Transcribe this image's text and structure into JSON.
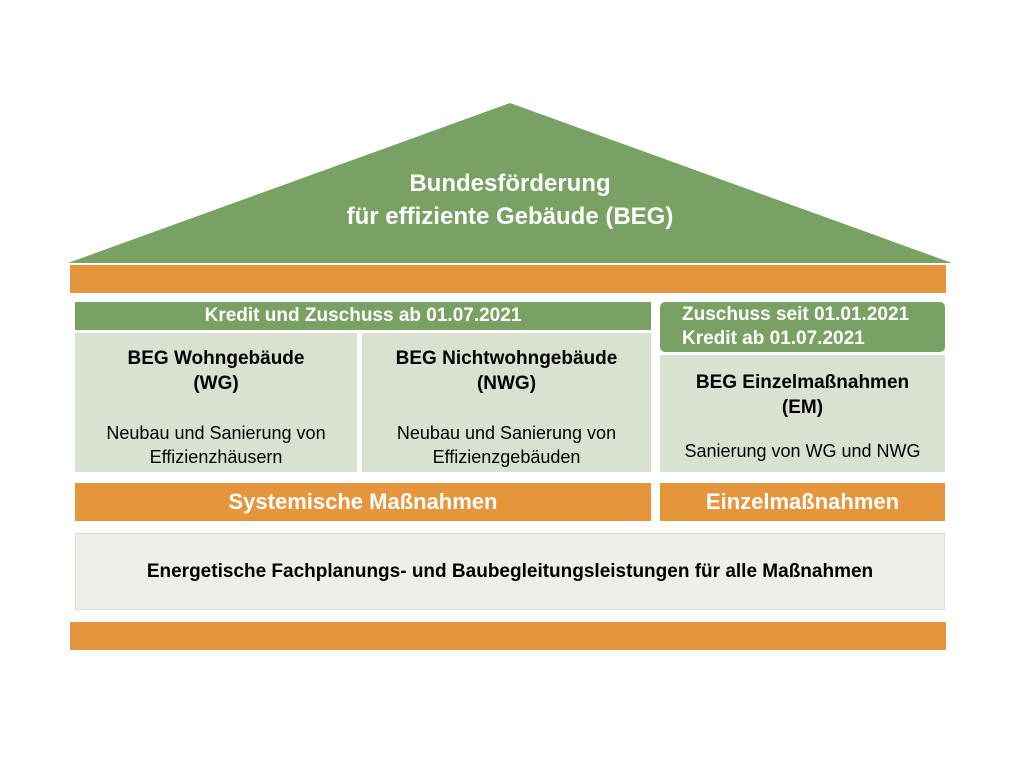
{
  "colors": {
    "green": "#79A163",
    "orange": "#E5953B",
    "light_green_box": "#D9E2D1",
    "wide_box_bg": "#EDEFE9",
    "text_on_color": "#FFFFFF",
    "text_dark": "#000000"
  },
  "roof": {
    "title_line1": "Bundesförderung",
    "title_line2": "für effiziente Gebäude (BEG)"
  },
  "left_section": {
    "header": "Kredit und Zuschuss ab 01.07.2021",
    "boxes": [
      {
        "title_line1": "BEG Wohngebäude",
        "title_line2": "(WG)",
        "body_line1": "Neubau und Sanierung von",
        "body_line2": "Effizienzhäusern"
      },
      {
        "title_line1": "BEG Nichtwohngebäude",
        "title_line2": "(NWG)",
        "body_line1": "Neubau und Sanierung von",
        "body_line2": "Effizienzgebäuden"
      }
    ],
    "footer": "Systemische Maßnahmen"
  },
  "right_section": {
    "header_line1": "Zuschuss seit 01.01.2021",
    "header_line2": "Kredit ab 01.07.2021",
    "box": {
      "title_line1": "BEG Einzelmaßnahmen",
      "title_line2": "(EM)",
      "body": "Sanierung von WG und NWG"
    },
    "footer": "Einzelmaßnahmen"
  },
  "bottom_box": {
    "text": "Energetische Fachplanungs- und Baubegleitungsleistungen für alle Maßnahmen"
  }
}
